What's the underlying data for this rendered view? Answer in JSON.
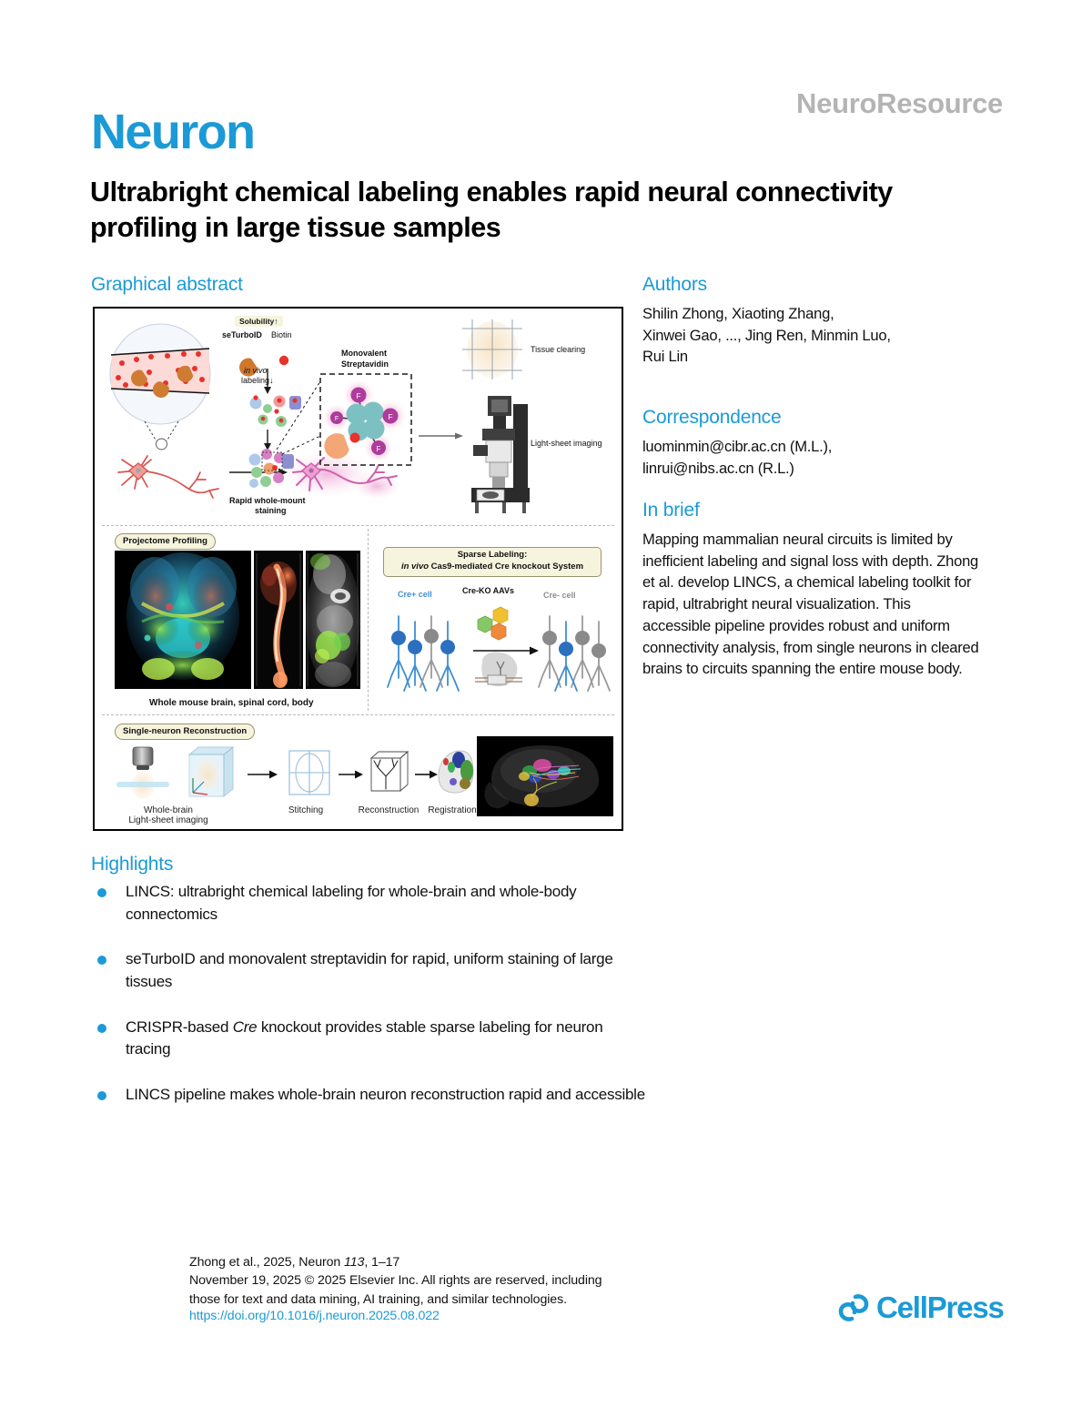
{
  "masthead": {
    "article_type": "NeuroResource",
    "journal": "Neuron",
    "title": "Ultrabright chemical labeling enables rapid neural connectivity profiling in large tissue samples",
    "brand_color": "#1b9ad6",
    "type_color": "#b4b4b4"
  },
  "graphical_abstract": {
    "heading": "Graphical abstract",
    "panel_top": {
      "solubility_chip": "Solubility↑",
      "seturboid_label": "seTurboID",
      "biotin_label": "Biotin",
      "in_vivo_labeling": "in vivo",
      "in_vivo_labeling_2": "labeling↓",
      "monovalent_line1": "Monovalent",
      "monovalent_line2": "Streptavidin",
      "fluorophore_glyph": "F",
      "tissue_clearing": "Tissue clearing",
      "lightsheet_imaging": "Light-sheet imaging",
      "rapid_staining_line1": "Rapid whole-mount",
      "rapid_staining_line2": "staining"
    },
    "panel_mid_left": {
      "pill": "Projectome Profiling",
      "caption": "Whole mouse brain, spinal cord, body"
    },
    "panel_mid_right": {
      "pill_line1": "Sparse Labeling:",
      "pill_line2_italic": "in vivo",
      "pill_line2_rest": " Cas9-mediated Cre knockout System",
      "cre_pos": "Cre+ cell",
      "cre_ko_aavs": "Cre-KO AAVs",
      "cre_neg": "Cre- cell"
    },
    "panel_bottom": {
      "pill": "Single-neuron Reconstruction",
      "step1_line1": "Whole-brain",
      "step1_line2": "Light-sheet imaging",
      "step2": "Stitching",
      "step3": "Reconstruction",
      "step4": "Registration"
    }
  },
  "authors": {
    "heading": "Authors",
    "lines": [
      "Shilin Zhong, Xiaoting Zhang,",
      "Xinwei Gao, ..., Jing Ren, Minmin Luo,",
      "Rui Lin"
    ]
  },
  "correspondence": {
    "heading": "Correspondence",
    "lines": [
      "luominmin@cibr.ac.cn (M.L.),",
      "linrui@nibs.ac.cn (R.L.)"
    ]
  },
  "in_brief": {
    "heading": "In brief",
    "text": "Mapping mammalian neural circuits is limited by inefficient labeling and signal loss with depth. Zhong et al. develop LINCS, a chemical labeling toolkit for rapid, ultrabright neural visualization. This accessible pipeline provides robust and uniform connectivity analysis, from single neurons in cleared brains to circuits spanning the entire mouse body."
  },
  "highlights": {
    "heading": "Highlights",
    "items": [
      {
        "pre": "LINCS: ultrabright chemical labeling for whole-brain and whole-body connectomics",
        "italic": "",
        "post": ""
      },
      {
        "pre": "seTurboID and monovalent streptavidin for rapid, uniform staining of large tissues",
        "italic": "",
        "post": ""
      },
      {
        "pre": "CRISPR-based ",
        "italic": "Cre",
        "post": " knockout provides stable sparse labeling for neuron tracing"
      },
      {
        "pre": "LINCS pipeline makes whole-brain neuron reconstruction rapid and accessible",
        "italic": "",
        "post": ""
      }
    ]
  },
  "footer": {
    "citation_pre": "Zhong et al., 2025, Neuron ",
    "citation_volume": "113",
    "citation_post": ", 1–17",
    "copyright_line1": "November 19, 2025 © 2025 Elsevier Inc. All rights are reserved, including",
    "copyright_line2": "those for text and data mining, AI training, and similar technologies.",
    "doi": "https://doi.org/10.1016/j.neuron.2025.08.022",
    "publisher": "CellPress"
  }
}
